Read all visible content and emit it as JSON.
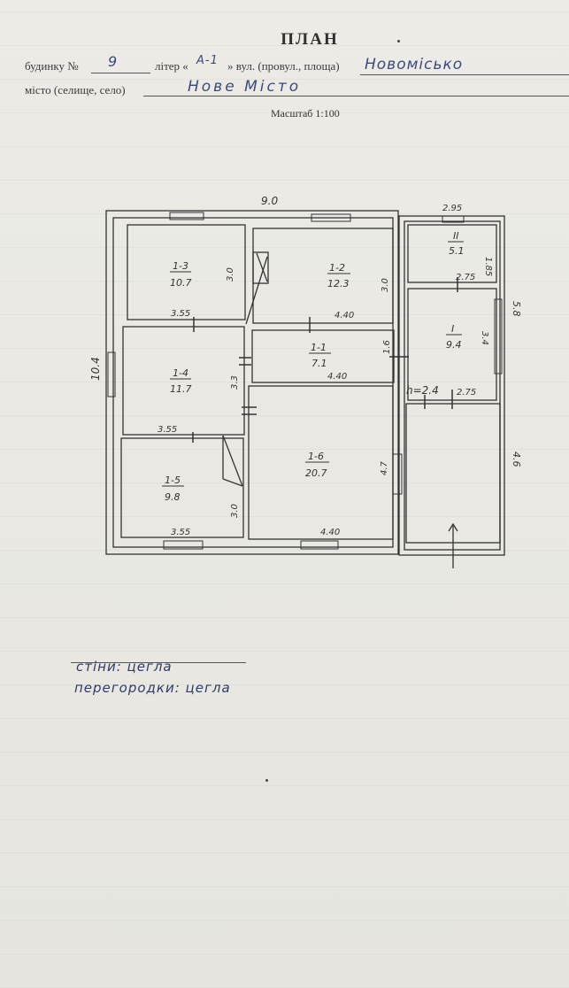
{
  "header": {
    "title": "ПЛАН",
    "house_label": "будинку №",
    "house_no": "9",
    "liter_label": "літер «",
    "liter": "А-1",
    "street_label": "» вул. (провул., площа)",
    "street": "Новомісько",
    "city_label": "місто (селище, село)",
    "city": "Нове Місто",
    "scale": "Масштаб 1:100"
  },
  "plan": {
    "dims": {
      "total_width": "9.0",
      "total_height": "10.4",
      "r2_width": "2.95",
      "r2_height": "1.85",
      "r2_lower_top": "2.75",
      "room1_height": "3.4",
      "h_label": "h=2.4",
      "room1_bottom": "2.75",
      "right_extension": "5.8",
      "right_lower_height": "4.6",
      "r13_height": "3.0",
      "r13_width": "3.55",
      "r12_height": "3.0",
      "r12_width": "4.40",
      "r11_height": "1.6",
      "r11_width": "4.40",
      "r14_height": "3.3",
      "r14_width": "3.55",
      "r15_height": "3.0",
      "r15_width": "3.55",
      "r16_height": "4.7",
      "r16_width": "4.40"
    },
    "rooms": [
      {
        "id": "1-3",
        "area": "10.7"
      },
      {
        "id": "1-2",
        "area": "12.3"
      },
      {
        "id": "ІІ",
        "area": "5.1"
      },
      {
        "id": "І",
        "area": "9.4"
      },
      {
        "id": "1-1",
        "area": "7.1"
      },
      {
        "id": "1-4",
        "area": "11.7"
      },
      {
        "id": "1-6",
        "area": "20.7"
      },
      {
        "id": "1-5",
        "area": "9.8"
      }
    ]
  },
  "notes": {
    "walls": "стіни: цегла",
    "partitions": "перегородки: цегла"
  }
}
